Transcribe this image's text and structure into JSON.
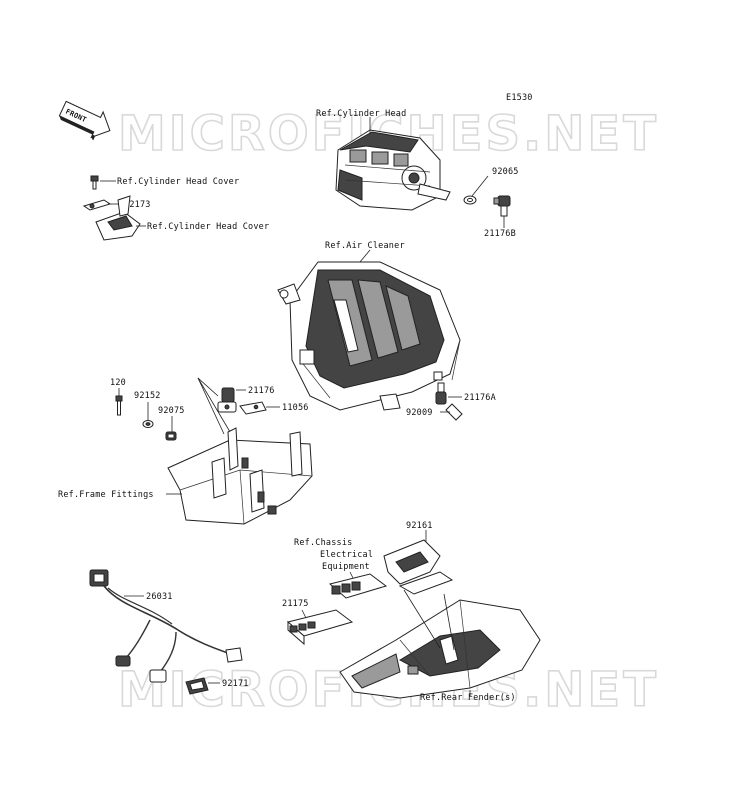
{
  "diagram_code": "E1530",
  "front_label": "FRONT",
  "watermark": "MICROFICHES.NET",
  "labels": {
    "ref_cylinder_head": "Ref.Cylinder Head",
    "ref_cylinder_head_cover_1": "Ref.Cylinder Head Cover",
    "ref_cylinder_head_cover_2": "Ref.Cylinder Head Cover",
    "ref_air_cleaner": "Ref.Air Cleaner",
    "ref_frame_fittings": "Ref.Frame Fittings",
    "ref_chassis_line1": "Ref.Chassis",
    "ref_chassis_line2": "Electrical",
    "ref_chassis_line3": "Equipment",
    "ref_rear_fender": "Ref.Rear Fender(s)"
  },
  "part_numbers": {
    "p92173": "92173",
    "p92065": "92065",
    "p21176B": "21176B",
    "p120": "120",
    "p92152": "92152",
    "p92075": "92075",
    "p21176": "21176",
    "p11056": "11056",
    "p21176A": "21176A",
    "p92009": "92009",
    "p92161": "92161",
    "p26031": "26031",
    "p21175": "21175",
    "p92171": "92171"
  },
  "colors": {
    "line": "#222222",
    "watermark": "#d9d9d9",
    "dark_fill": "#444444"
  }
}
